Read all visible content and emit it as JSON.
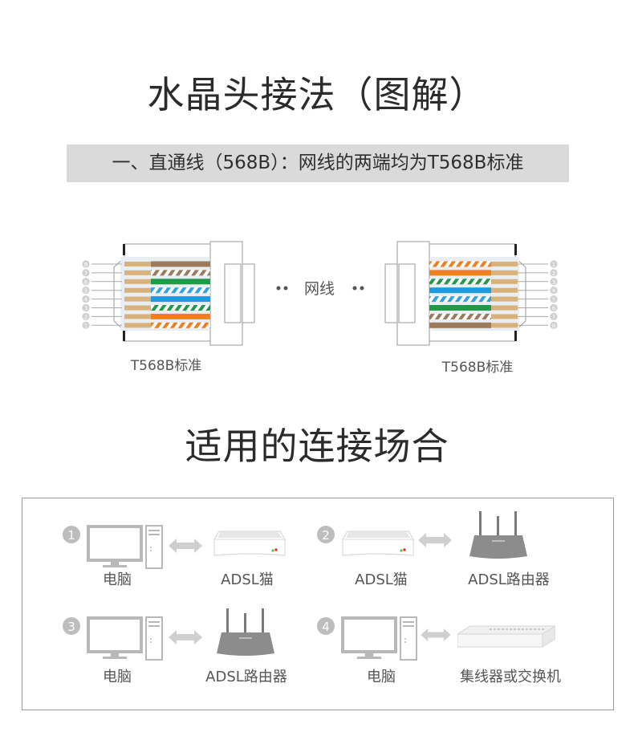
{
  "title": "水晶头接法（图解）",
  "banner": "一、直通线（568B）：网线的两端均为T568B标准",
  "cable_label": "网线",
  "left_connector": {
    "label": "T568B标准",
    "pins": [
      {
        "pin": "8",
        "color": "#9c7a5a",
        "striped": false
      },
      {
        "pin": "7",
        "color": "#9c7a5a",
        "striped": true
      },
      {
        "pin": "6",
        "color": "#1f9a48",
        "striped": false
      },
      {
        "pin": "5",
        "color": "#31a4e0",
        "striped": true
      },
      {
        "pin": "4",
        "color": "#1e9be0",
        "striped": false
      },
      {
        "pin": "3",
        "color": "#1f9a48",
        "striped": true
      },
      {
        "pin": "2",
        "color": "#f07f1e",
        "striped": false
      },
      {
        "pin": "1",
        "color": "#f07f1e",
        "striped": true
      }
    ]
  },
  "right_connector": {
    "label": "T568B标准",
    "pins": [
      {
        "pin": "1",
        "color": "#f07f1e",
        "striped": true
      },
      {
        "pin": "2",
        "color": "#f07f1e",
        "striped": false
      },
      {
        "pin": "3",
        "color": "#1f9a48",
        "striped": true
      },
      {
        "pin": "4",
        "color": "#1e9be0",
        "striped": false
      },
      {
        "pin": "5",
        "color": "#31a4e0",
        "striped": true
      },
      {
        "pin": "6",
        "color": "#1f9a48",
        "striped": false
      },
      {
        "pin": "7",
        "color": "#9c7a5a",
        "striped": true
      },
      {
        "pin": "8",
        "color": "#9c7a5a",
        "striped": false
      }
    ]
  },
  "section2_title": "适用的连接场合",
  "scenarios": [
    {
      "number": "1",
      "left": {
        "icon": "computer-icon",
        "label": "电脑"
      },
      "right": {
        "icon": "adsl-modem-icon",
        "label": "ADSL猫"
      }
    },
    {
      "number": "2",
      "left": {
        "icon": "adsl-modem-icon",
        "label": "ADSL猫"
      },
      "right": {
        "icon": "router-icon",
        "label": "ADSL路由器"
      }
    },
    {
      "number": "3",
      "left": {
        "icon": "computer-icon",
        "label": "电脑"
      },
      "right": {
        "icon": "router-icon",
        "label": "ADSL路由器"
      }
    },
    {
      "number": "4",
      "left": {
        "icon": "computer-icon",
        "label": "电脑"
      },
      "right": {
        "icon": "switch-icon",
        "label": "集线器或交换机"
      }
    }
  ]
}
